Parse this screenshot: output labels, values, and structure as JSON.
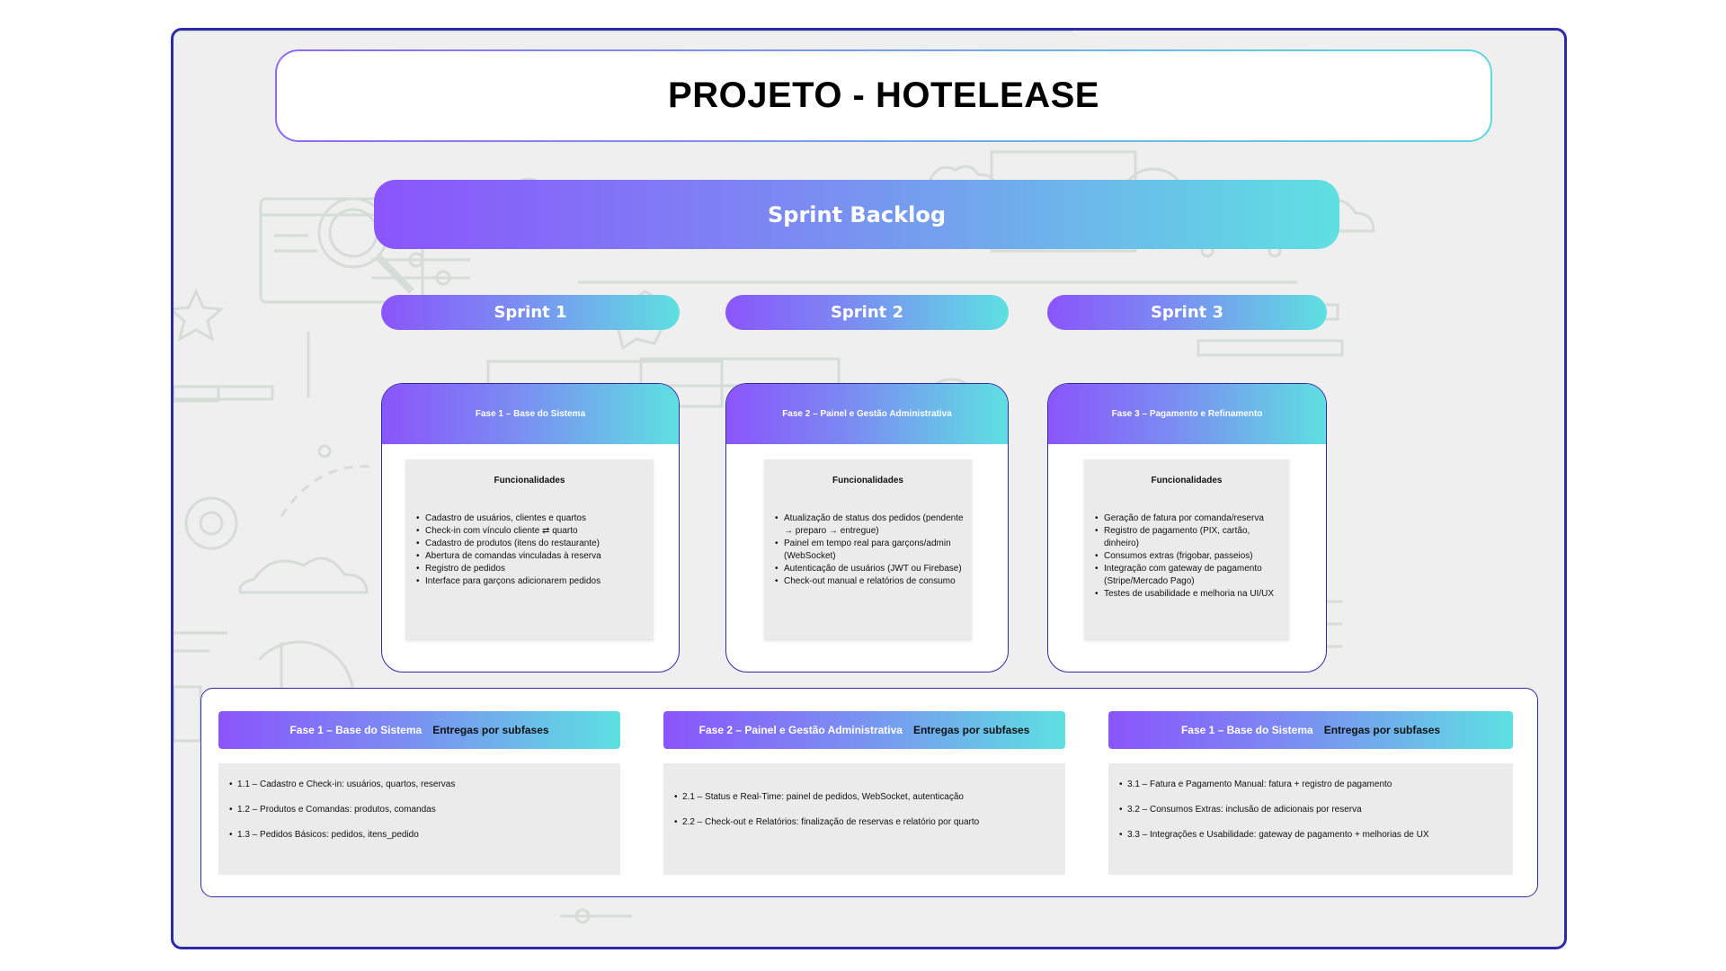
{
  "title": "PROJETO - HOTELEASE",
  "backlog": "Sprint Backlog",
  "sprints": [
    {
      "label": "Sprint 1",
      "phase": "Fase 1 – Base do Sistema",
      "features_title": "Funcionalidades",
      "features": [
        "Cadastro de usuários, clientes e quartos",
        "Check-in com vínculo cliente ⇄ quarto",
        "Cadastro de produtos (itens do restaurante)",
        "Abertura de comandas vinculadas à reserva",
        "Registro de pedidos",
        "Interface para garçons adicionarem pedidos"
      ]
    },
    {
      "label": "Sprint 2",
      "phase": "Fase 2 – Painel e Gestão Administrativa",
      "features_title": "Funcionalidades",
      "features": [
        "Atualização de status dos pedidos (pendente → preparo → entregue)",
        "Painel em tempo real para garçons/admin (WebSocket)",
        "Autenticação de usuários (JWT ou Firebase)",
        "Check-out manual e relatórios de consumo"
      ]
    },
    {
      "label": "Sprint 3",
      "phase": "Fase 3 – Pagamento e Refinamento",
      "features_title": "Funcionalidades",
      "features": [
        "Geração de fatura por comanda/reserva",
        "Registro de pagamento (PIX, cartão, dinheiro)",
        "Consumos extras (frigobar, passeios)",
        "Integração com gateway de pagamento (Stripe/Mercado Pago)",
        "Testes de usabilidade e melhoria na UI/UX"
      ]
    }
  ],
  "deliveries": [
    {
      "phase": "Fase 1 – Base do Sistema",
      "subtitle": "Entregas por subfases",
      "items": [
        "1.1 – Cadastro e Check-in: usuários, quartos, reservas",
        "1.2 – Produtos e Comandas: produtos, comandas",
        "1.3 – Pedidos Básicos: pedidos, itens_pedido"
      ]
    },
    {
      "phase": "Fase 2 – Painel e Gestão Administrativa",
      "subtitle": "Entregas por subfases",
      "items": [
        "2.1 – Status e Real-Time: painel de pedidos, WebSocket, autenticação",
        "2.2 – Check-out e Relatórios: finalização de reservas e relatório por quarto"
      ]
    },
    {
      "phase": "Fase 1 – Base do Sistema",
      "subtitle": "Entregas por subfases",
      "items": [
        "3.1 – Fatura e Pagamento Manual: fatura + registro de pagamento",
        "3.2 – Consumos Extras: inclusão de adicionais por reserva",
        "3.3 – Integrações e Usabilidade: gateway de pagamento + melhorias de UX"
      ]
    }
  ],
  "colors": {
    "border": "#2d2aa8",
    "gradient_start": "#8a55fb",
    "gradient_end": "#5ee0e2",
    "canvas": "#efefef",
    "panel": "#ebebeb"
  }
}
